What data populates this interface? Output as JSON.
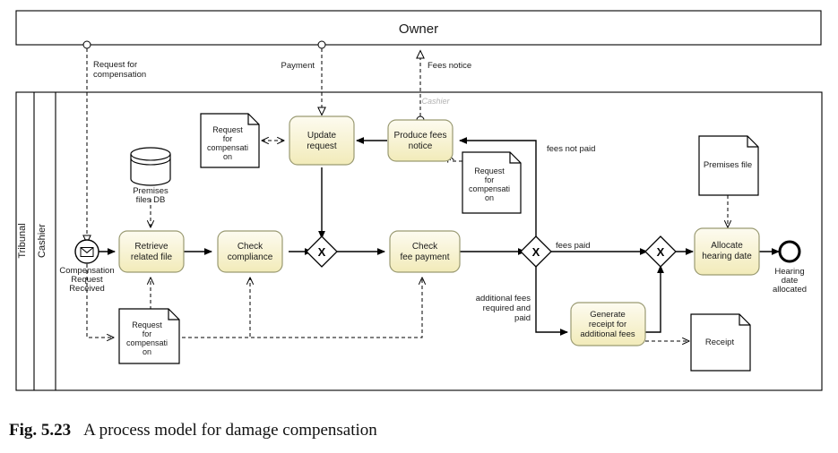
{
  "figure": {
    "number": "Fig. 5.23",
    "caption": "A process model for damage compensation"
  },
  "pools": [
    {
      "id": "owner",
      "label": "Owner",
      "label_position": "top-center",
      "collapsed": true
    },
    {
      "id": "tribunal",
      "label": "Tribunal",
      "label_position": "left-vertical",
      "collapsed": false
    }
  ],
  "lanes": [
    {
      "id": "cashier",
      "label": "Cashier",
      "parent_pool": "tribunal"
    },
    {
      "id": "cashier_watermark",
      "label": "Cashier",
      "style": "grey-italic"
    }
  ],
  "events": [
    {
      "id": "start",
      "type": "message-start",
      "label": "Compensation\nRequest\nReceived",
      "line1": "Compensation",
      "line2": "Request",
      "line3": "Received"
    },
    {
      "id": "end",
      "type": "end",
      "label": "Hearing\ndate\nallocated",
      "line1": "Hearing",
      "line2": "date",
      "line3": "allocated"
    }
  ],
  "tasks": [
    {
      "id": "retrieve",
      "line1": "Retrieve",
      "line2": "related file"
    },
    {
      "id": "check_compliance",
      "line1": "Check",
      "line2": "compliance"
    },
    {
      "id": "check_fee",
      "line1": "Check",
      "line2": "fee payment"
    },
    {
      "id": "update_request",
      "line1": "Update",
      "line2": "request"
    },
    {
      "id": "produce_fees",
      "line1": "Produce fees",
      "line2": "notice"
    },
    {
      "id": "generate_receipt",
      "line1": "Generate",
      "line2": "receipt for",
      "line3": "additional fees"
    },
    {
      "id": "allocate",
      "line1": "Allocate",
      "line2": "hearing date"
    }
  ],
  "gateways": [
    {
      "id": "gw_merge_fee",
      "type": "exclusive",
      "symbol": "X"
    },
    {
      "id": "gw_fees_paid",
      "type": "exclusive",
      "symbol": "X"
    },
    {
      "id": "gw_merge_end",
      "type": "exclusive",
      "symbol": "X"
    }
  ],
  "data_objects": [
    {
      "id": "doc_req_top",
      "line1": "Request",
      "line2": "for",
      "line3": "compensati",
      "line4": "on"
    },
    {
      "id": "doc_req_bottom",
      "line1": "Request",
      "line2": "for",
      "line3": "compensati",
      "line4": "on"
    },
    {
      "id": "doc_req_right",
      "line1": "Request",
      "line2": "for",
      "line3": "compensati",
      "line4": "on"
    },
    {
      "id": "doc_premises_file",
      "line1": "Premises file"
    },
    {
      "id": "doc_receipt",
      "line1": "Receipt"
    }
  ],
  "data_stores": [
    {
      "id": "premises_db",
      "line1": "Premises",
      "line2": "files DB"
    }
  ],
  "message_flows": [
    {
      "id": "mf_request",
      "line1": "Request for",
      "line2": "compensation",
      "direction": "owner-to-tribunal"
    },
    {
      "id": "mf_payment",
      "line1": "Payment",
      "direction": "owner-to-tribunal"
    },
    {
      "id": "mf_fees_notice",
      "line1": "Fees notice",
      "direction": "tribunal-to-owner"
    }
  ],
  "flow_labels": [
    {
      "id": "lbl_fees_not_paid",
      "text": "fees not paid"
    },
    {
      "id": "lbl_fees_paid",
      "text": "fees paid"
    },
    {
      "id": "lbl_additional",
      "line1": "additional fees",
      "line2": "required and",
      "line3": "paid"
    }
  ],
  "colors": {
    "task_fill_top": "#fbf8e3",
    "task_fill_bottom": "#f4eec0",
    "task_stroke": "#9a9a72",
    "line": "#000000",
    "pool_stroke": "#000000",
    "watermark": "#b3b3b3"
  }
}
